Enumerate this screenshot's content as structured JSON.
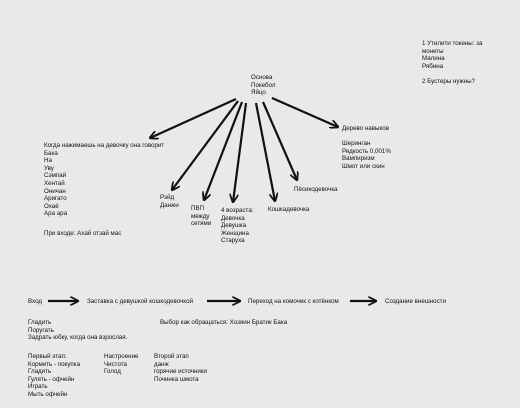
{
  "root": [
    "Основа",
    "Покебол",
    "Яйцо"
  ],
  "notes": [
    "1 Утилити токены: за",
    "монеты",
    "Малина",
    "Рябина",
    "",
    "2 Бустеры нужны?"
  ],
  "girl_talk": [
    "Когда нажимаешь на девочку она говорит",
    "Бака",
    "На",
    "Уву",
    "Сэмпай",
    "Хентай",
    "Оничан",
    "Аригато",
    "Охаё",
    "Ара ара"
  ],
  "on_enter": "При входе: Ахай отзай мас",
  "raid": [
    "Рэйд",
    "Данжи"
  ],
  "pvp": [
    "ПВП",
    "между",
    "сетями"
  ],
  "ages": [
    "4 возраста:",
    "Девочка",
    "Девушка",
    "Женщина",
    "Старуха"
  ],
  "catgirl": "Кошкадевочка",
  "doggirl": "Пёсикодевочка",
  "skilltree_title": "Дерево навыков",
  "skilltree_items": [
    "Шеринган",
    "Редкость 0,001%",
    "Вампиризм",
    "Шмот или скин"
  ],
  "flow": [
    "Вход",
    "Заставка с девушкой кошкодевочкой",
    "Переход на комочек с котёнком",
    "Создание внешности"
  ],
  "actions": [
    "Гладить",
    "Поругать",
    "Задрать юбку, когда она взрослая."
  ],
  "address_choice": "Выбор как обращаться: Хозяин Братик Бака",
  "stage1": [
    "Первый этап:",
    "Кормить - покупка",
    "Гладить",
    "Гулять - офчейн",
    "Играть",
    "Мыть офчейн"
  ],
  "mood": [
    "Настроение",
    "Чистота",
    "Голод"
  ],
  "stage2": [
    "Второй этап",
    "данж",
    "горячие источники",
    "Починка шмота"
  ]
}
